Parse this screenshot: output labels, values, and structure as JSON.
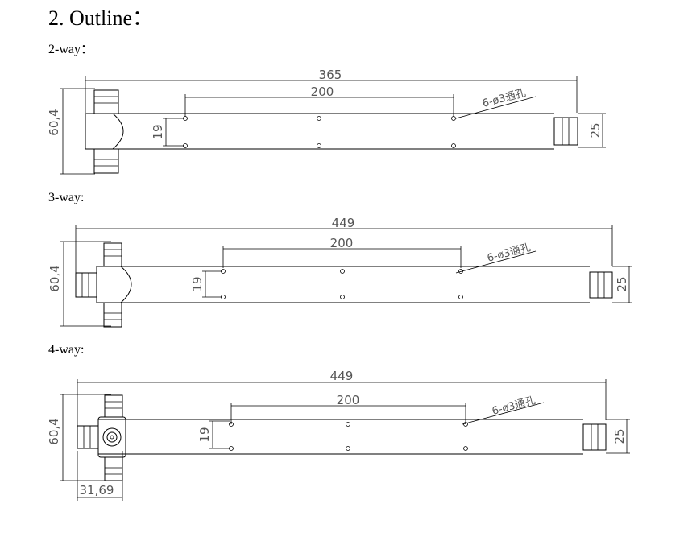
{
  "title": "2. Outline：",
  "sections": [
    {
      "label": "2-way：",
      "overall": "365",
      "spacing": "200",
      "holes": "6-ø3通孔",
      "height": "60,4",
      "hole_gap": "19",
      "port_width": "25"
    },
    {
      "label": "3-way:",
      "overall": "449",
      "spacing": "200",
      "holes": "6-ø3通孔",
      "height": "60,4",
      "hole_gap": "19",
      "port_width": "25"
    },
    {
      "label": "4-way:",
      "overall": "449",
      "spacing": "200",
      "holes": "6-ø3通孔",
      "height": "60,4",
      "hole_gap": "19",
      "port_width": "25",
      "hub_width": "31,69"
    }
  ]
}
